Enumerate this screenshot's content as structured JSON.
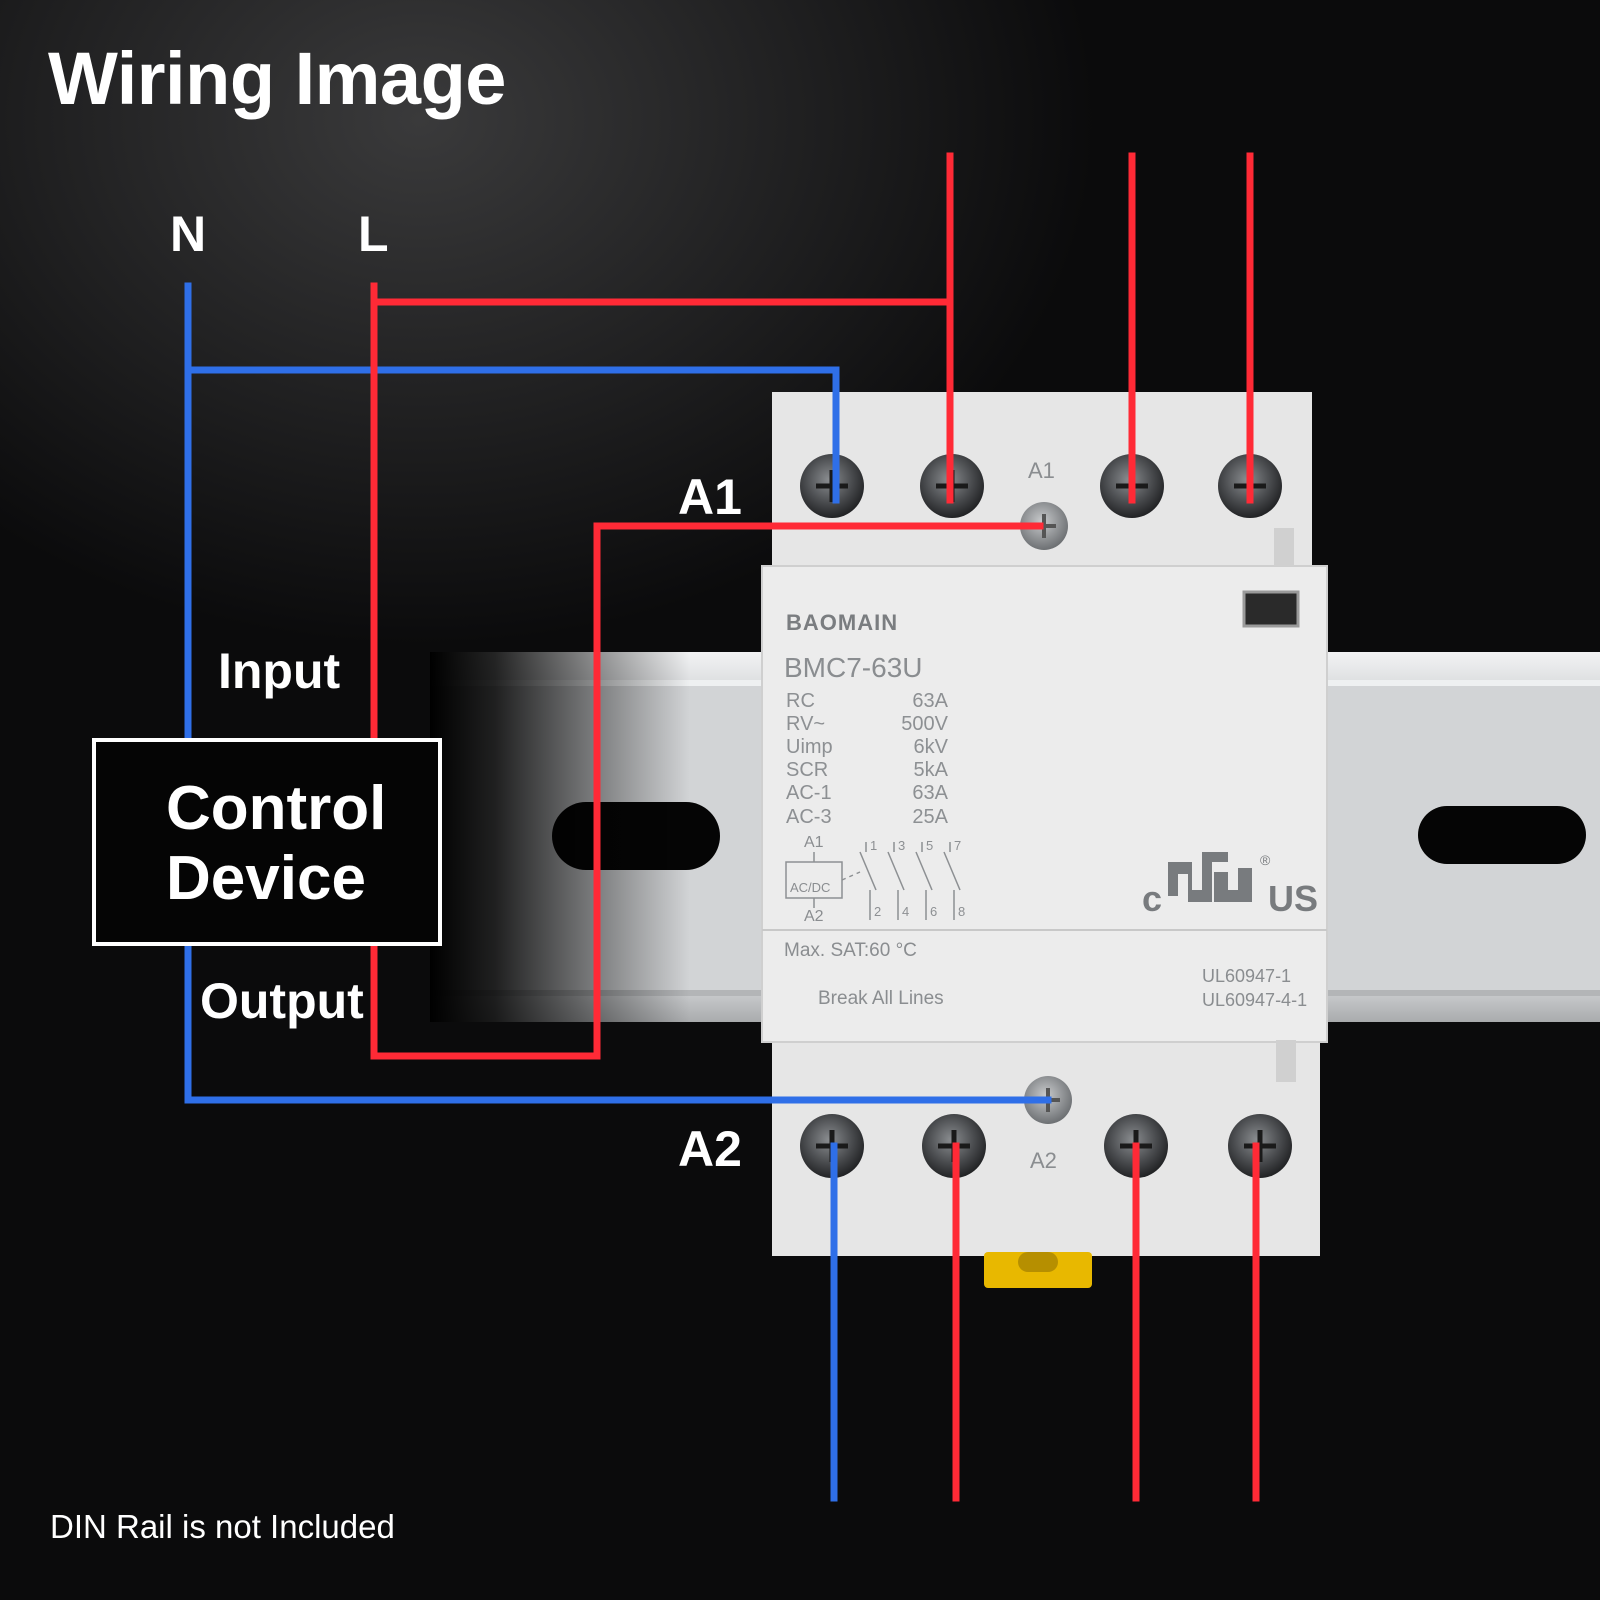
{
  "title": "Wiring Image",
  "labels": {
    "neutral": "N",
    "line": "L",
    "terminal_a1": "A1",
    "terminal_a2": "A2",
    "input": "Input",
    "output": "Output"
  },
  "control_device": {
    "line1": "Control",
    "line2": "Device"
  },
  "footnote": "DIN Rail is not Included",
  "device": {
    "brand": "BAOMAIN",
    "model": "BMC7-63U",
    "specs": [
      {
        "key": "RC",
        "value": "63A"
      },
      {
        "key": "RV~",
        "value": "500V"
      },
      {
        "key": "Uimp",
        "value": "6kV"
      },
      {
        "key": "SCR",
        "value": "5kA"
      },
      {
        "key": "AC-1",
        "value": "63A"
      },
      {
        "key": "AC-3",
        "value": "25A"
      }
    ],
    "schematic": {
      "a1": "A1",
      "a2": "A2",
      "coil": "AC/DC",
      "top_numbers": [
        "1",
        "3",
        "5",
        "7"
      ],
      "bottom_numbers": [
        "2",
        "4",
        "6",
        "8"
      ]
    },
    "max_temp": "Max. SAT:60 °C",
    "break_note": "Break All Lines",
    "standards": [
      "UL60947-1",
      "UL60947-4-1"
    ],
    "terminal_a1_mark": "A1",
    "terminal_a2_mark": "A2",
    "cert": {
      "left": "c",
      "right": "US",
      "reg": "®"
    }
  },
  "colors": {
    "live_wire": "#ff2a36",
    "neutral_wire": "#2f6fe8",
    "device_body": "#e9e9e9",
    "background": "#0c0c0d"
  }
}
